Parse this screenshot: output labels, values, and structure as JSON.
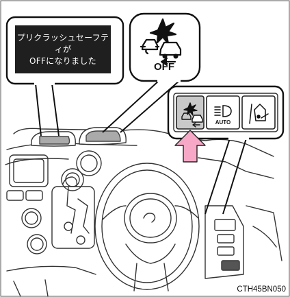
{
  "display_message": {
    "line1": "プリクラッシュセーフティが",
    "line2": "OFFになりました"
  },
  "indicator": {
    "status_label": "OFF",
    "icon": "pre-collision-system-off-icon"
  },
  "switches": {
    "pcs_switch_icon": "pre-collision-switch-icon",
    "headlight_switch_label": "AUTO",
    "headlight_switch_icon": "auto-high-beam-icon",
    "third_switch_icon": "lane-departure-alert-icon"
  },
  "press_arrow_icon": "press-arrow-icon",
  "figure_code": "CTH45BN050",
  "colors": {
    "display_background": "#1f1f1f",
    "arrow_fill": "#f6a8c6",
    "switch_highlight": "#c9c9c9",
    "panel_gray": "#aaaaaa"
  }
}
